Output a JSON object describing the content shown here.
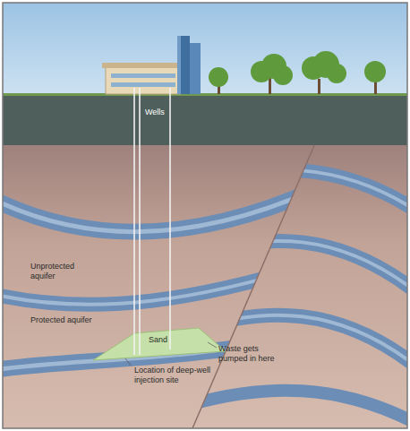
{
  "diagram": {
    "labels": [
      "Wells",
      "Unprotected aquifer",
      "Protected aquifer",
      "Sand",
      "Waste gets pumped in here",
      "Location of deep-well injection site"
    ]
  }
}
